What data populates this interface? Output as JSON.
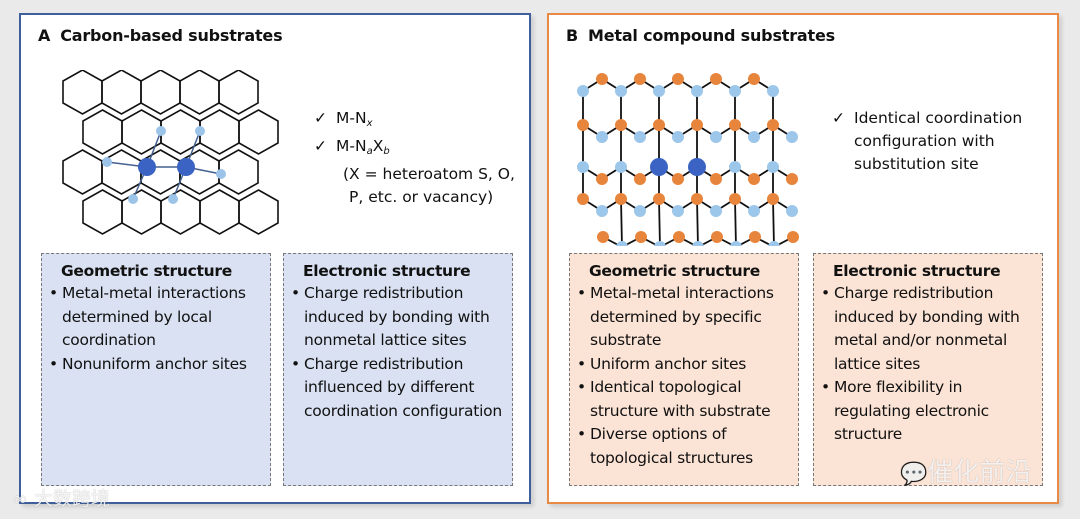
{
  "panels": {
    "a": {
      "letter": "A",
      "title": "Carbon-based substrates",
      "checks": [
        {
          "text": "M-N",
          "sub": "x",
          "tail": ""
        },
        {
          "text": "M-N",
          "sub": "a",
          "tail": "X",
          "sub2": "b"
        }
      ],
      "note_lines": [
        "(X = heteroatom S, O,",
        "P, etc. or vacancy)"
      ],
      "boxes": [
        {
          "heading": "Geometric structure",
          "bullets": [
            "Metal-metal interactions determined by local coordination",
            "Nonuniform anchor sites"
          ]
        },
        {
          "heading": "Electronic structure",
          "bullets": [
            "Charge redistribution induced by bonding with nonmetal lattice sites",
            "Charge redistribution influenced by different coordination configuration"
          ]
        }
      ],
      "colors": {
        "border": "#3f5f9a",
        "box_fill": "#d9e1f2",
        "metal_atom": "#3a63c4",
        "n_atom": "#9cc3e8"
      }
    },
    "b": {
      "letter": "B",
      "title": "Metal compound substrates",
      "checks": [
        {
          "text": "Identical coordination configuration with substitution site"
        }
      ],
      "boxes": [
        {
          "heading": "Geometric structure",
          "bullets": [
            "Metal-metal interactions determined by specific substrate",
            "Uniform anchor sites",
            "Identical topological structure with substrate",
            "Diverse options of topological structures"
          ]
        },
        {
          "heading": "Electronic structure",
          "bullets": [
            "Charge redistribution induced by bonding with metal and/or nonmetal lattice sites",
            "More flexibility in regulating electronic structure"
          ]
        }
      ],
      "colors": {
        "border": "#e88a45",
        "box_fill": "#fbe3d5",
        "orange_atom": "#e8853c",
        "blue_atom": "#9cc6ea",
        "metal_atom": "#3a63c4"
      }
    }
  },
  "check_symbol": "✓",
  "watermarks": {
    "left": "大数跨境",
    "right": "催化前沿"
  }
}
